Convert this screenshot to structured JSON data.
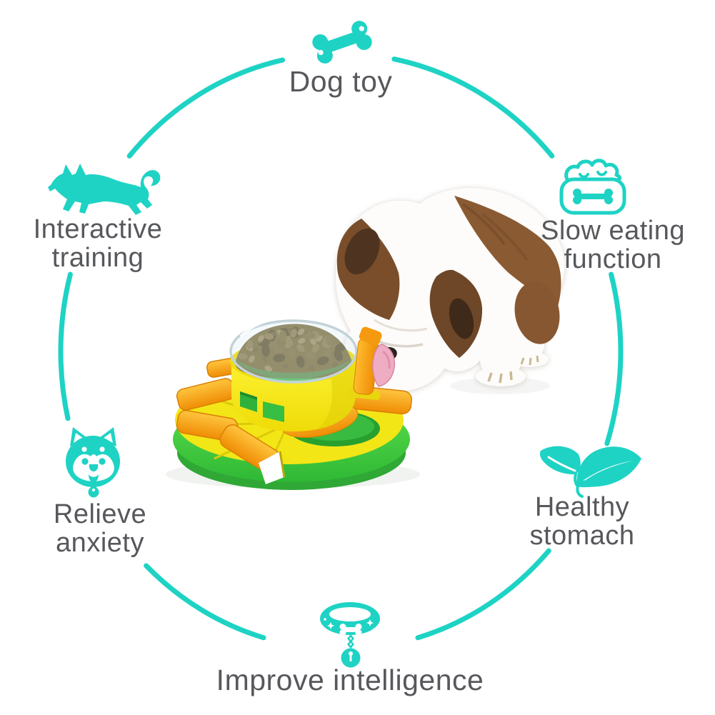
{
  "theme": {
    "accent": "#1ed3c4",
    "label_color": "#57585c",
    "background": "#ffffff"
  },
  "features": [
    {
      "id": "dog-toy",
      "icon": "bone-icon",
      "lines": [
        "Dog toy"
      ]
    },
    {
      "id": "slow-eating-function",
      "icon": "food-bowl-icon",
      "lines": [
        "Slow eating",
        "function"
      ]
    },
    {
      "id": "healthy-stomach",
      "icon": "leaves-icon",
      "lines": [
        "Healthy",
        "stomach"
      ]
    },
    {
      "id": "improve-intelligence",
      "icon": "collar-icon",
      "lines": [
        "Improve intelligence"
      ]
    },
    {
      "id": "relieve-anxiety",
      "icon": "shiba-face-icon",
      "lines": [
        "Relieve",
        "anxiety"
      ]
    },
    {
      "id": "interactive-training",
      "icon": "running-dog-icon",
      "lines": [
        "Interactive",
        "training"
      ]
    }
  ],
  "center_image": {
    "subject": "bulldog eating kibble from a round interactive puzzle slow-feeder toy",
    "product_colors": {
      "plate": "#f3e617",
      "base": "#3fca3f",
      "flaps": "#f5920a",
      "kibble": "#877850"
    }
  }
}
